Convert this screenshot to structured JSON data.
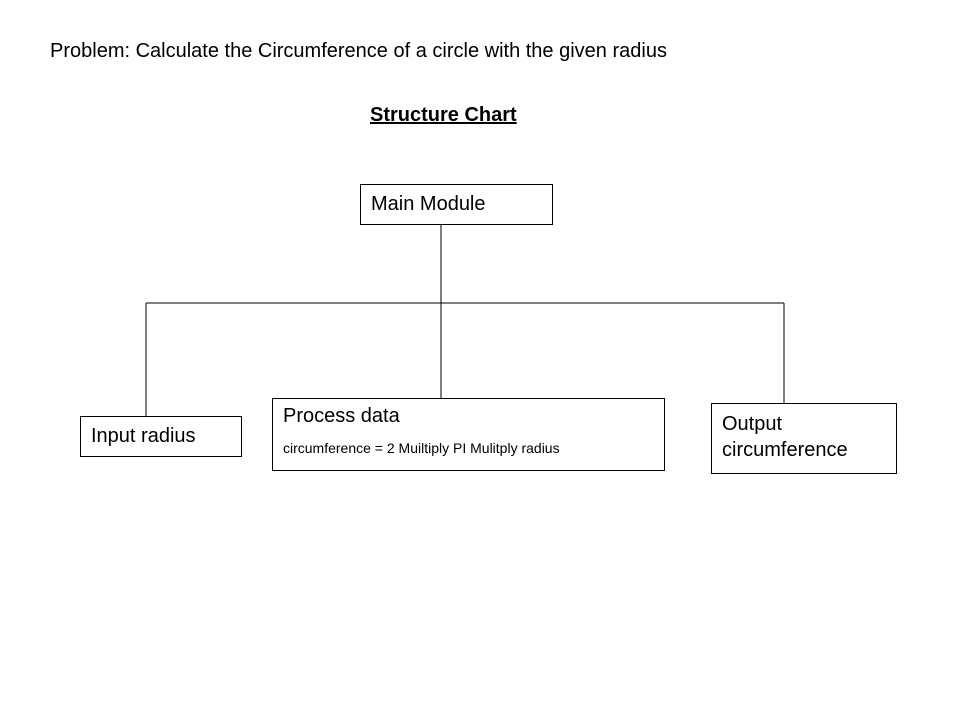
{
  "problem_text": "Problem: Calculate the Circumference of a circle with the given radius",
  "chart_title": "Structure Chart",
  "modules": {
    "main": {
      "label": "Main Module"
    },
    "input": {
      "label": "Input radius"
    },
    "process": {
      "label": "Process data",
      "formula": "circumference = 2 Muiltiply PI Mulitply radius"
    },
    "output": {
      "label": "Output circumference"
    }
  },
  "colors": {
    "line": "#000000",
    "box_border": "#000000",
    "background": "#ffffff"
  }
}
